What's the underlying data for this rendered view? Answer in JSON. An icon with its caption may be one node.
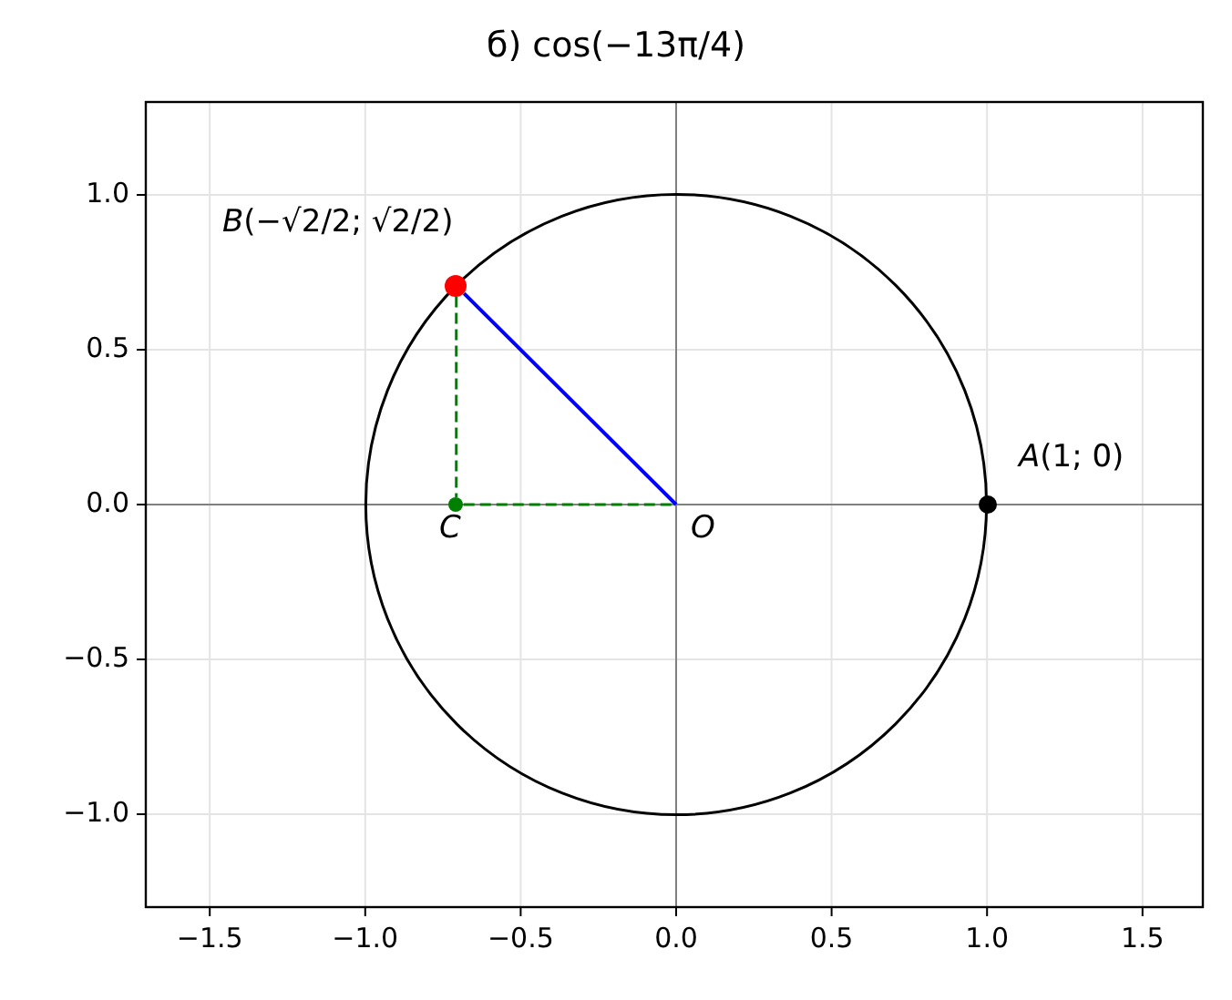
{
  "diagram": {
    "title": "б) cos(−13π/4)",
    "nodes": [
      {
        "text": [],
        "shape": "circle",
        "beside": [
          "*B*(−√2/2; √2/2)"
        ]
      },
      {
        "text": [],
        "shape": "circle",
        "beside": [
          "C"
        ]
      },
      {
        "text": [
          "O"
        ]
      },
      {
        "text": [],
        "shape": "circle",
        "beside": [
          "*A*(1; 0)"
        ]
      }
    ],
    "edges": [
      {
        "from": 0,
        "to": 2,
        "arrow": "none",
        "color": "#0000ff"
      },
      {
        "from": 0,
        "to": 1,
        "arrow": "none",
        "style": "dashed",
        "color": "#008000"
      },
      {
        "from": 1,
        "to": 2,
        "arrow": "none",
        "style": "dashed",
        "color": "#008000"
      }
    ],
    "labels": [
      "1.0",
      "0.5",
      "0.0",
      "−0.5",
      "−1.0",
      "−1.5",
      "−1.0",
      "−0.5",
      "0.0",
      "0.5",
      "1.0",
      "1.5"
    ]
  }
}
